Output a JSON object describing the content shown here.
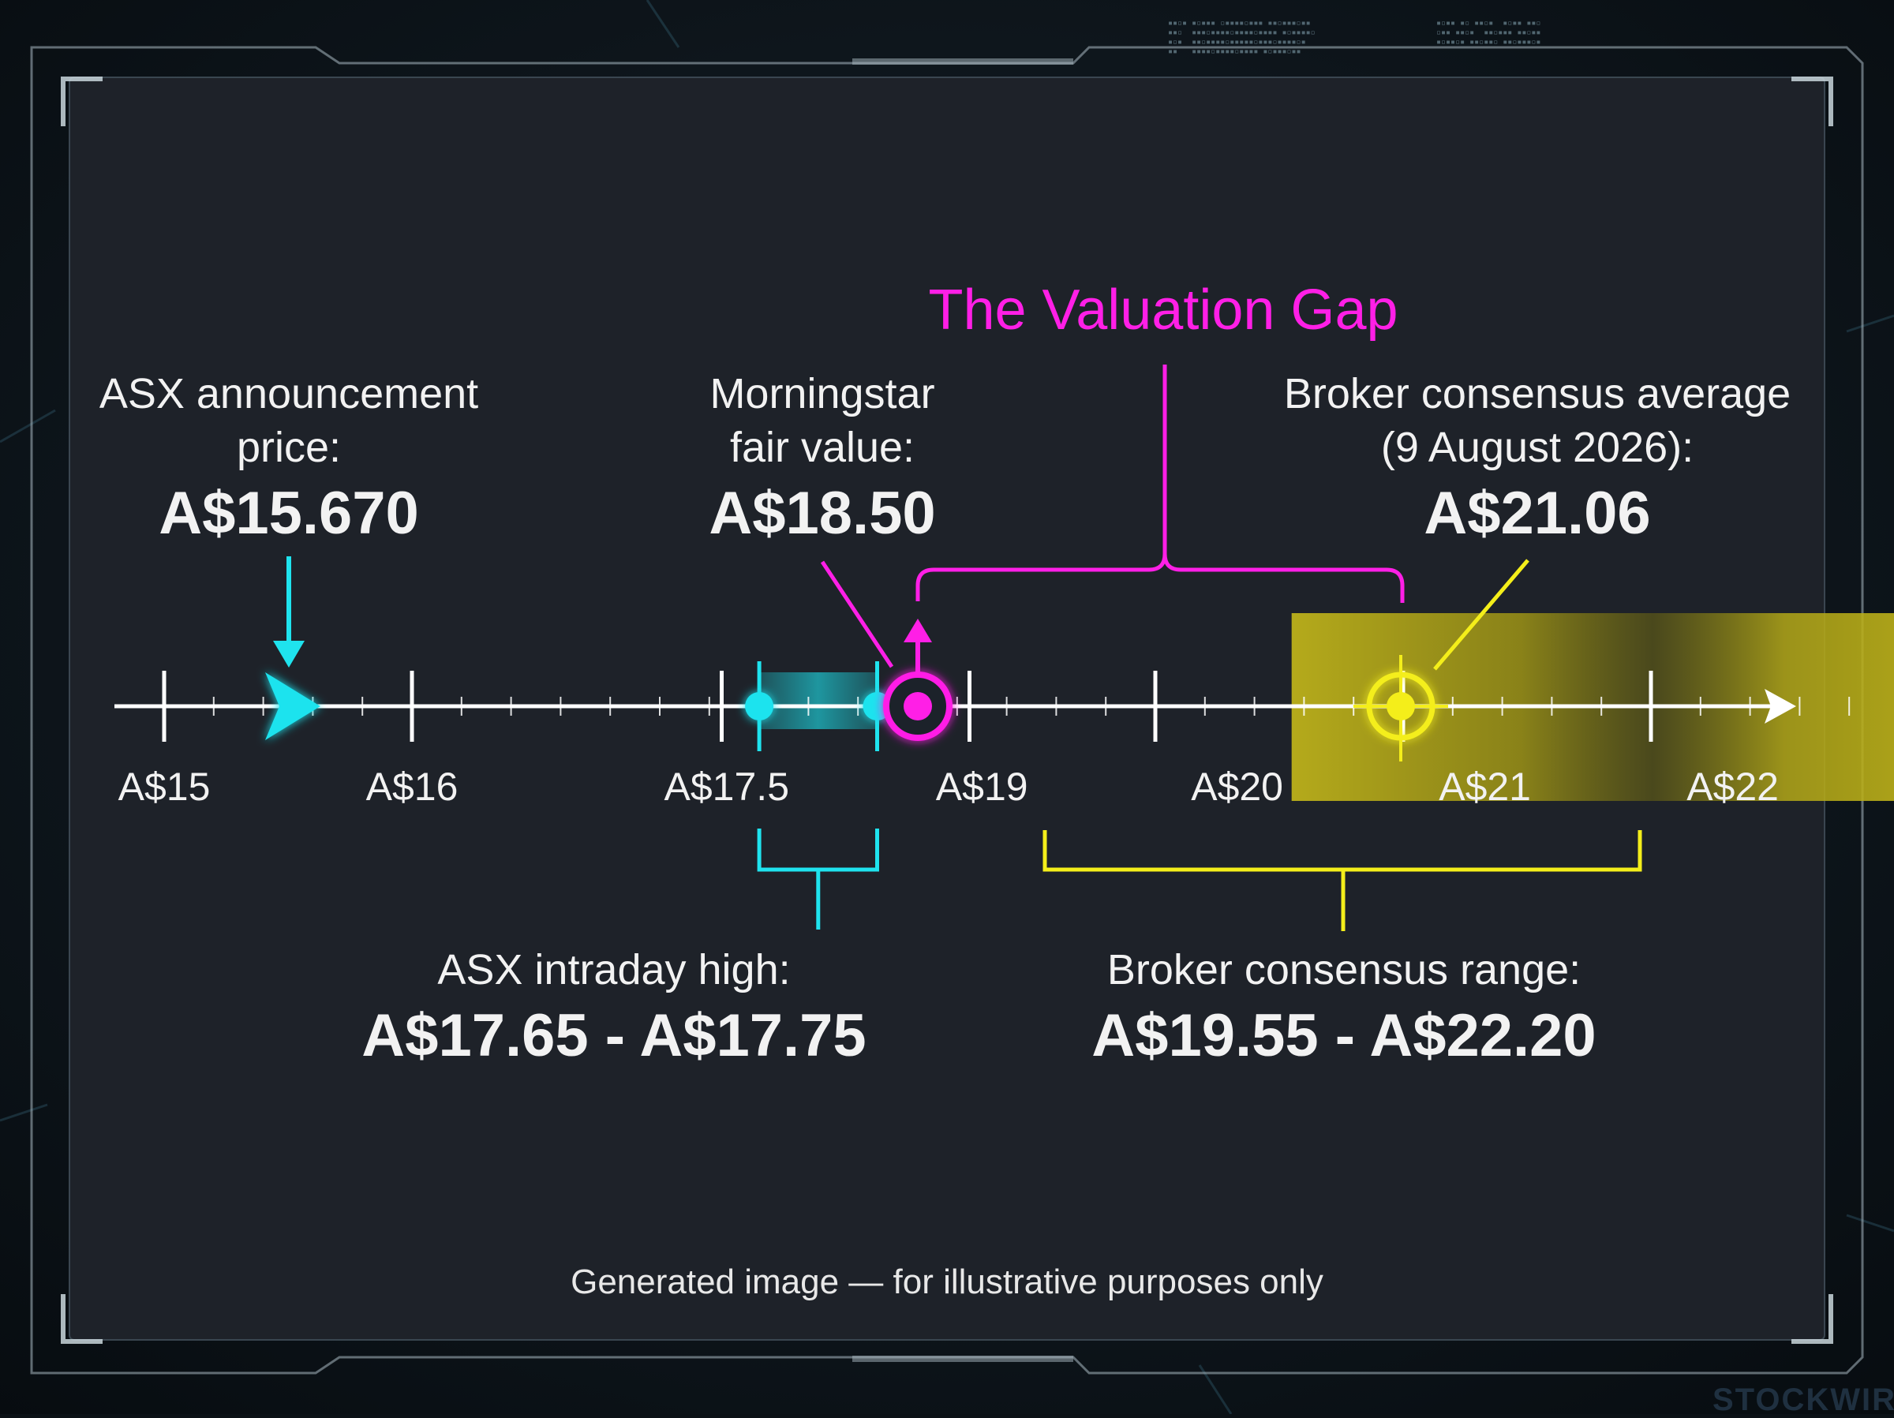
{
  "title": "The Valuation Gap",
  "colors": {
    "cyan": "#1fe3ee",
    "magenta": "#ff1fe6",
    "yellow": "#f4ee1a",
    "olive": "#b8ad17",
    "panel": "#1e2229",
    "axis": "#ffffff"
  },
  "axis": {
    "min": 15,
    "max": 22,
    "tick_labels": [
      "A$15",
      "A$16",
      "A$17.5",
      "A$19",
      "A$20",
      "A$21",
      "A$22"
    ]
  },
  "annotations": {
    "announcement": {
      "line1": "ASX announcement",
      "line2": "price:",
      "value_text": "A$15.670",
      "value": 15.67
    },
    "morningstar": {
      "line1": "Morningstar",
      "line2": "fair value:",
      "value_text": "A$18.50",
      "value": 18.5
    },
    "broker_avg": {
      "line1": "Broker consensus average",
      "line2": "(9 August 2026):",
      "value_text": "A$21.06",
      "value": 21.06
    },
    "intraday": {
      "line1": "ASX intraday high:",
      "value_text": "A$17.65 - A$17.75",
      "low": 17.65,
      "high": 17.75
    },
    "broker_range": {
      "line1": "Broker consensus range:",
      "value_text": "A$19.55 - A$22.20",
      "low": 19.55,
      "high": 22.2
    }
  },
  "footer": "Generated image — for illustrative purposes only",
  "watermark": "STOCKWIRE"
}
